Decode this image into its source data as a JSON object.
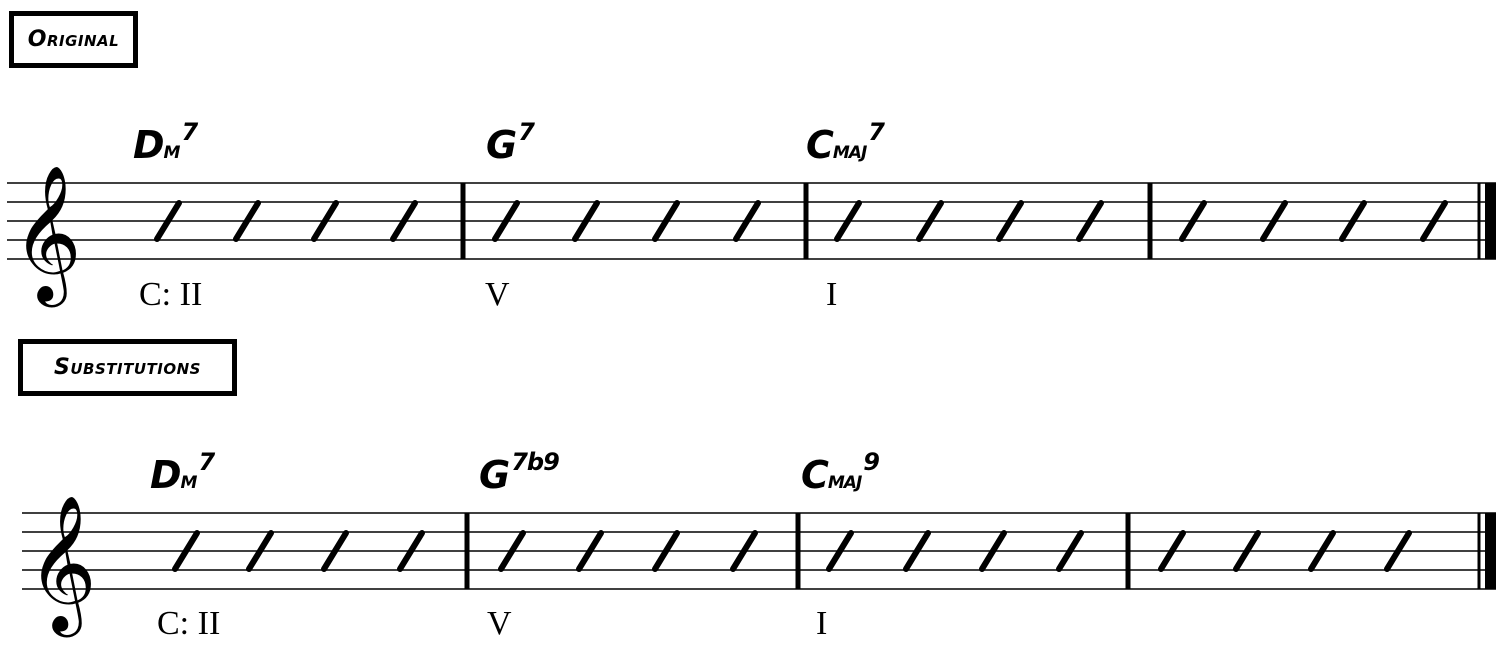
{
  "sections": [
    {
      "label": "Original",
      "chords": [
        {
          "root": "D",
          "quality": "m",
          "ext": "7"
        },
        {
          "root": "G",
          "quality": "",
          "ext": "7"
        },
        {
          "root": "C",
          "quality": "maj",
          "ext": "7"
        }
      ],
      "roman": [
        "C: II",
        "V",
        "I"
      ],
      "measures": 4,
      "slashes_per_measure": 4
    },
    {
      "label": "Substitutions",
      "chords": [
        {
          "root": "D",
          "quality": "m",
          "ext": "7"
        },
        {
          "root": "G",
          "quality": "",
          "ext": "7b9"
        },
        {
          "root": "C",
          "quality": "maj",
          "ext": "9"
        }
      ],
      "roman": [
        "C: II",
        "V",
        "I"
      ],
      "measures": 4,
      "slashes_per_measure": 4
    }
  ],
  "clef": "treble-clef-icon",
  "slash_symbol": "slash-notehead-icon"
}
